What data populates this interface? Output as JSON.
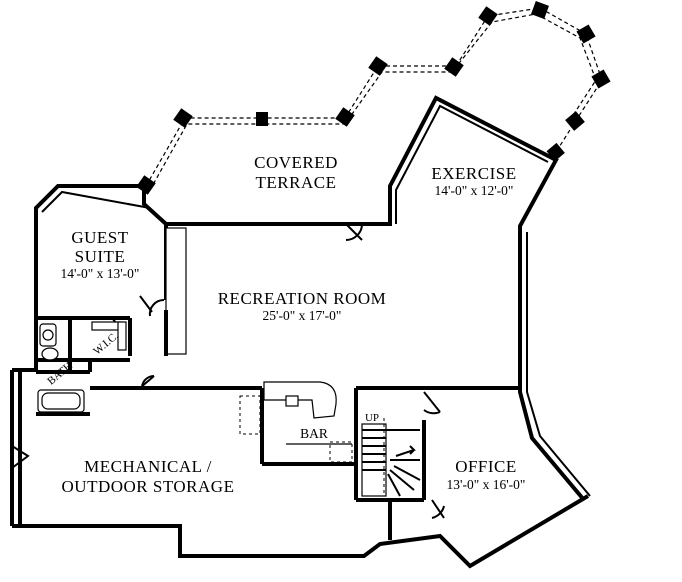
{
  "rooms": {
    "covered_terrace": {
      "line1": "COVERED",
      "line2": "TERRACE"
    },
    "exercise": {
      "name": "EXERCISE",
      "dims": "14'-0\" x 12'-0\""
    },
    "guest_suite": {
      "line1": "GUEST",
      "line2": "SUITE",
      "dims": "14'-0\" x 13'-0\""
    },
    "recreation_room": {
      "name": "RECREATION ROOM",
      "dims": "25'-0\" x 17'-0\""
    },
    "bath": {
      "name": "BATH"
    },
    "wic": {
      "name": "W.I.C."
    },
    "bar": {
      "name": "BAR"
    },
    "stairs": {
      "label": "UP"
    },
    "mechanical": {
      "line1": "MECHANICAL /",
      "line2": "OUTDOOR STORAGE"
    },
    "office": {
      "name": "OFFICE",
      "dims": "13'-0\" x 16'-0\""
    }
  }
}
